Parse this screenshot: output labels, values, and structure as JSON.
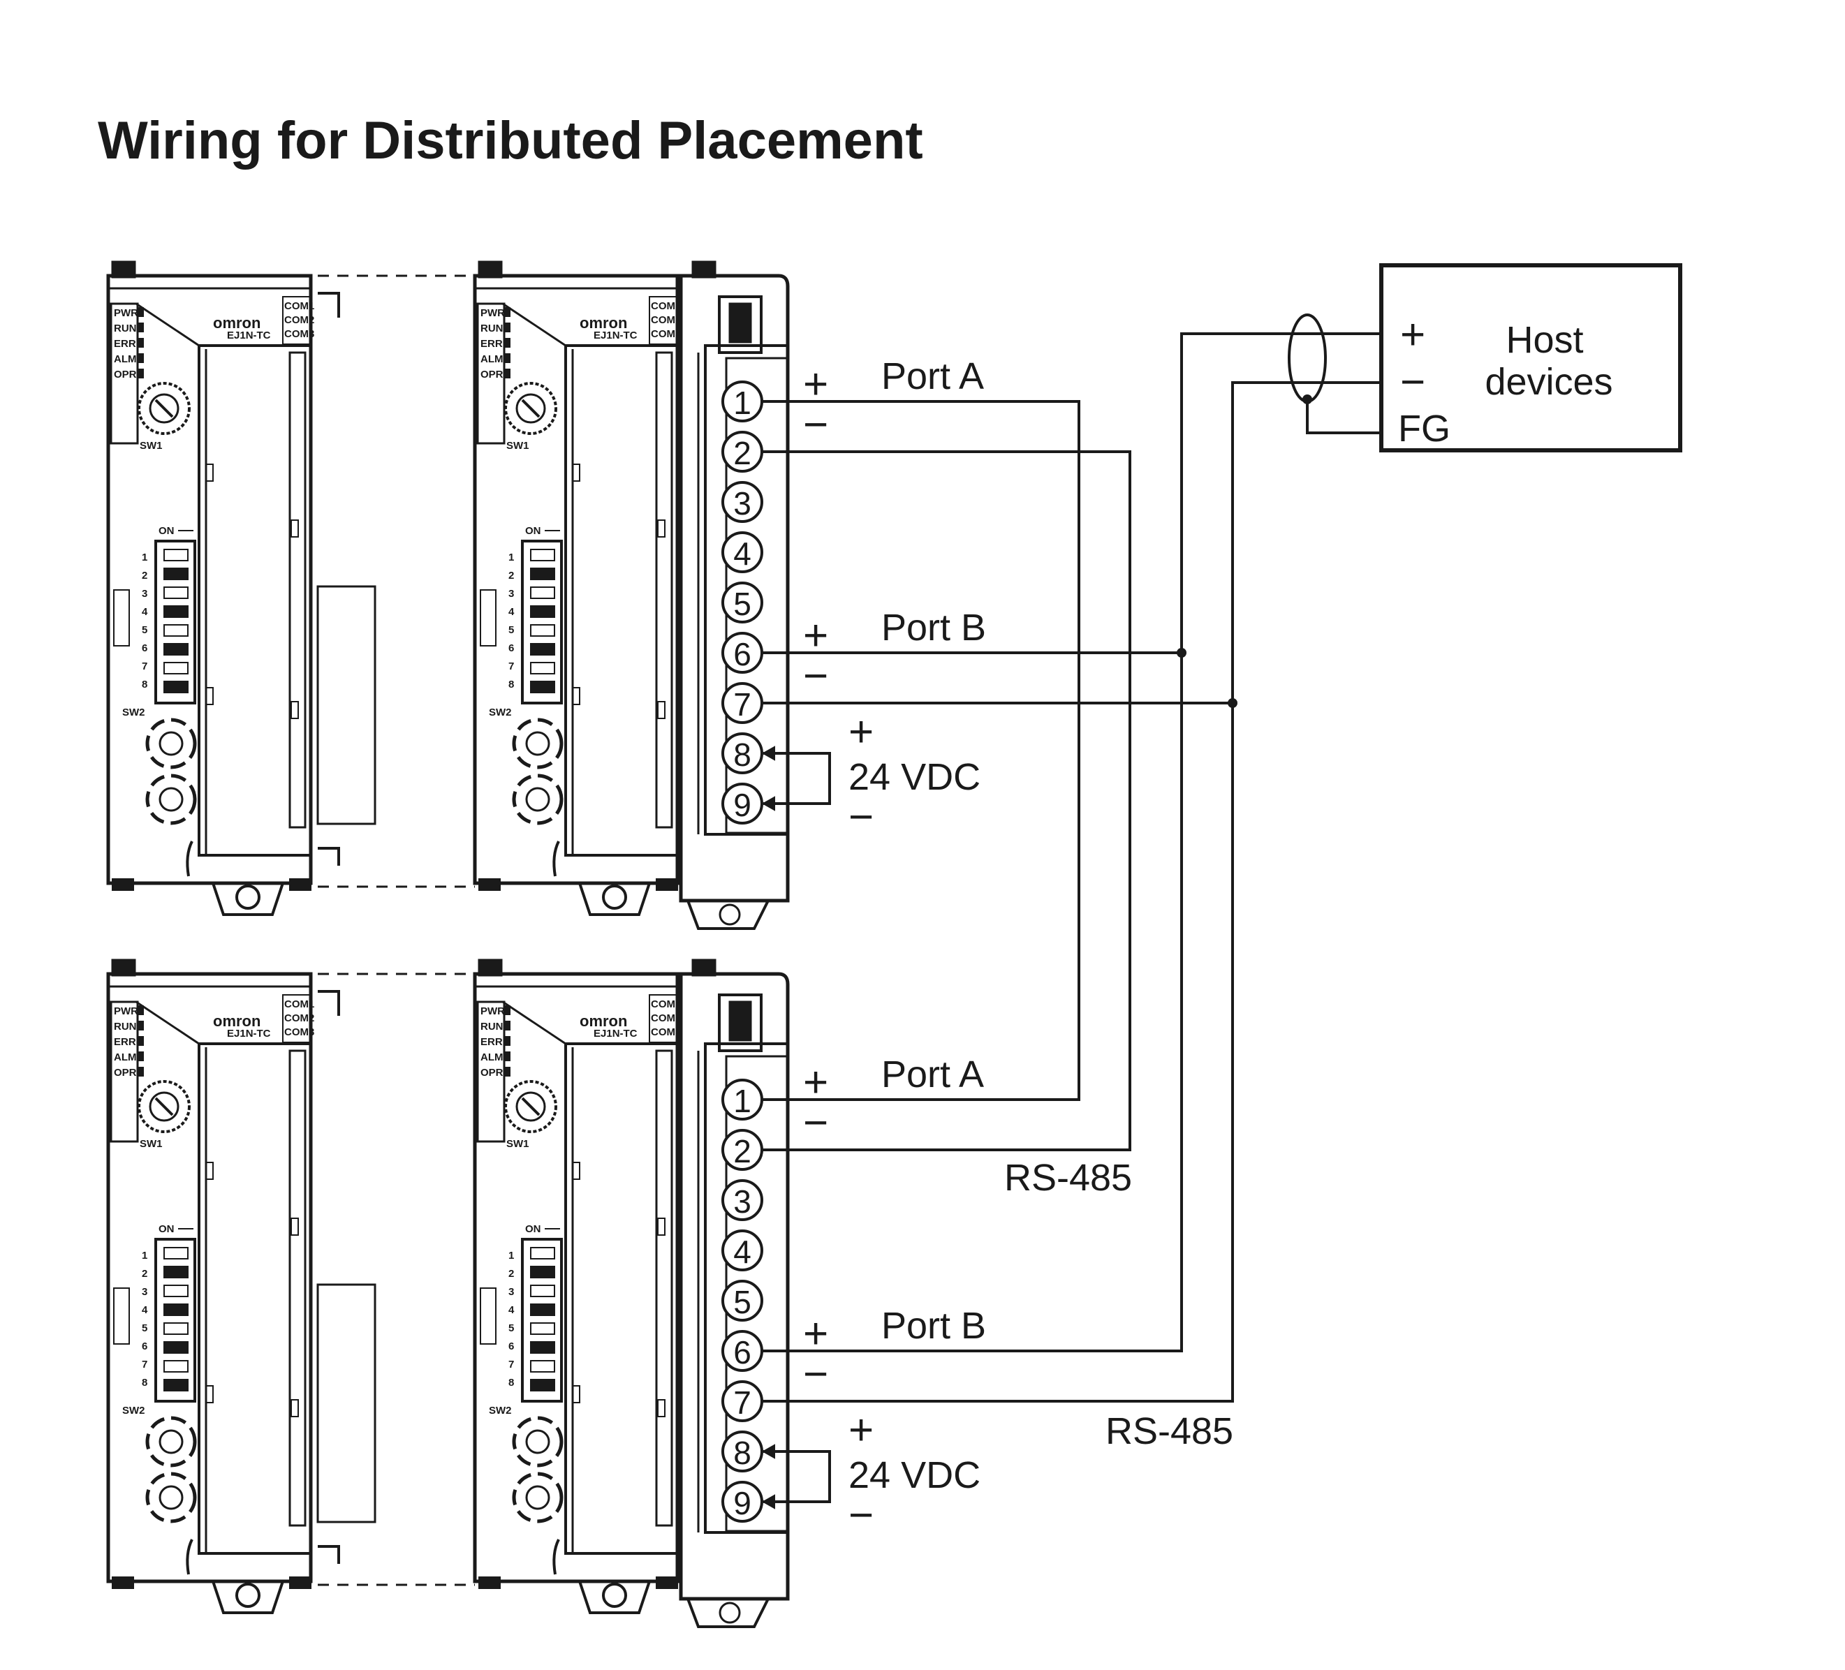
{
  "title": "Wiring for Distributed Placement",
  "units": [
    {
      "brand": "omron",
      "model": "EJ1N-TC",
      "com_labels": [
        "COM1",
        "COM2",
        "COM3"
      ],
      "led_labels": [
        "PWR",
        "RUN",
        "ERR",
        "ALM",
        "OPR"
      ],
      "switch_labels": [
        "SW1",
        "SW2"
      ],
      "dip_on_label": "ON",
      "dip_numbers": [
        "1",
        "2",
        "3",
        "4",
        "5",
        "6",
        "7",
        "8"
      ],
      "terminal_numbers": [
        "1",
        "2",
        "3",
        "4",
        "5",
        "6",
        "7",
        "8",
        "9"
      ],
      "port_a": "Port A",
      "port_b": "Port B",
      "plus": "+",
      "minus": "−",
      "power": "24 VDC"
    },
    {
      "brand": "omron",
      "model": "EJ1N-TC",
      "com_labels": [
        "COM1",
        "COM2",
        "COM3"
      ],
      "led_labels": [
        "PWR",
        "RUN",
        "ERR",
        "ALM",
        "OPR"
      ],
      "switch_labels": [
        "SW1",
        "SW2"
      ],
      "dip_on_label": "ON",
      "dip_numbers": [
        "1",
        "2",
        "3",
        "4",
        "5",
        "6",
        "7",
        "8"
      ],
      "terminal_numbers": [
        "1",
        "2",
        "3",
        "4",
        "5",
        "6",
        "7",
        "8",
        "9"
      ],
      "port_a": "Port A",
      "port_b": "Port B",
      "plus": "+",
      "minus": "−",
      "power": "24 VDC"
    }
  ],
  "host": {
    "label_line1": "Host",
    "label_line2": "devices",
    "plus": "+",
    "minus": "−",
    "fg": "FG"
  },
  "bus_labels": [
    "RS-485",
    "RS-485"
  ],
  "colors": {
    "line": "#1a1a1a",
    "background": "#ffffff"
  }
}
